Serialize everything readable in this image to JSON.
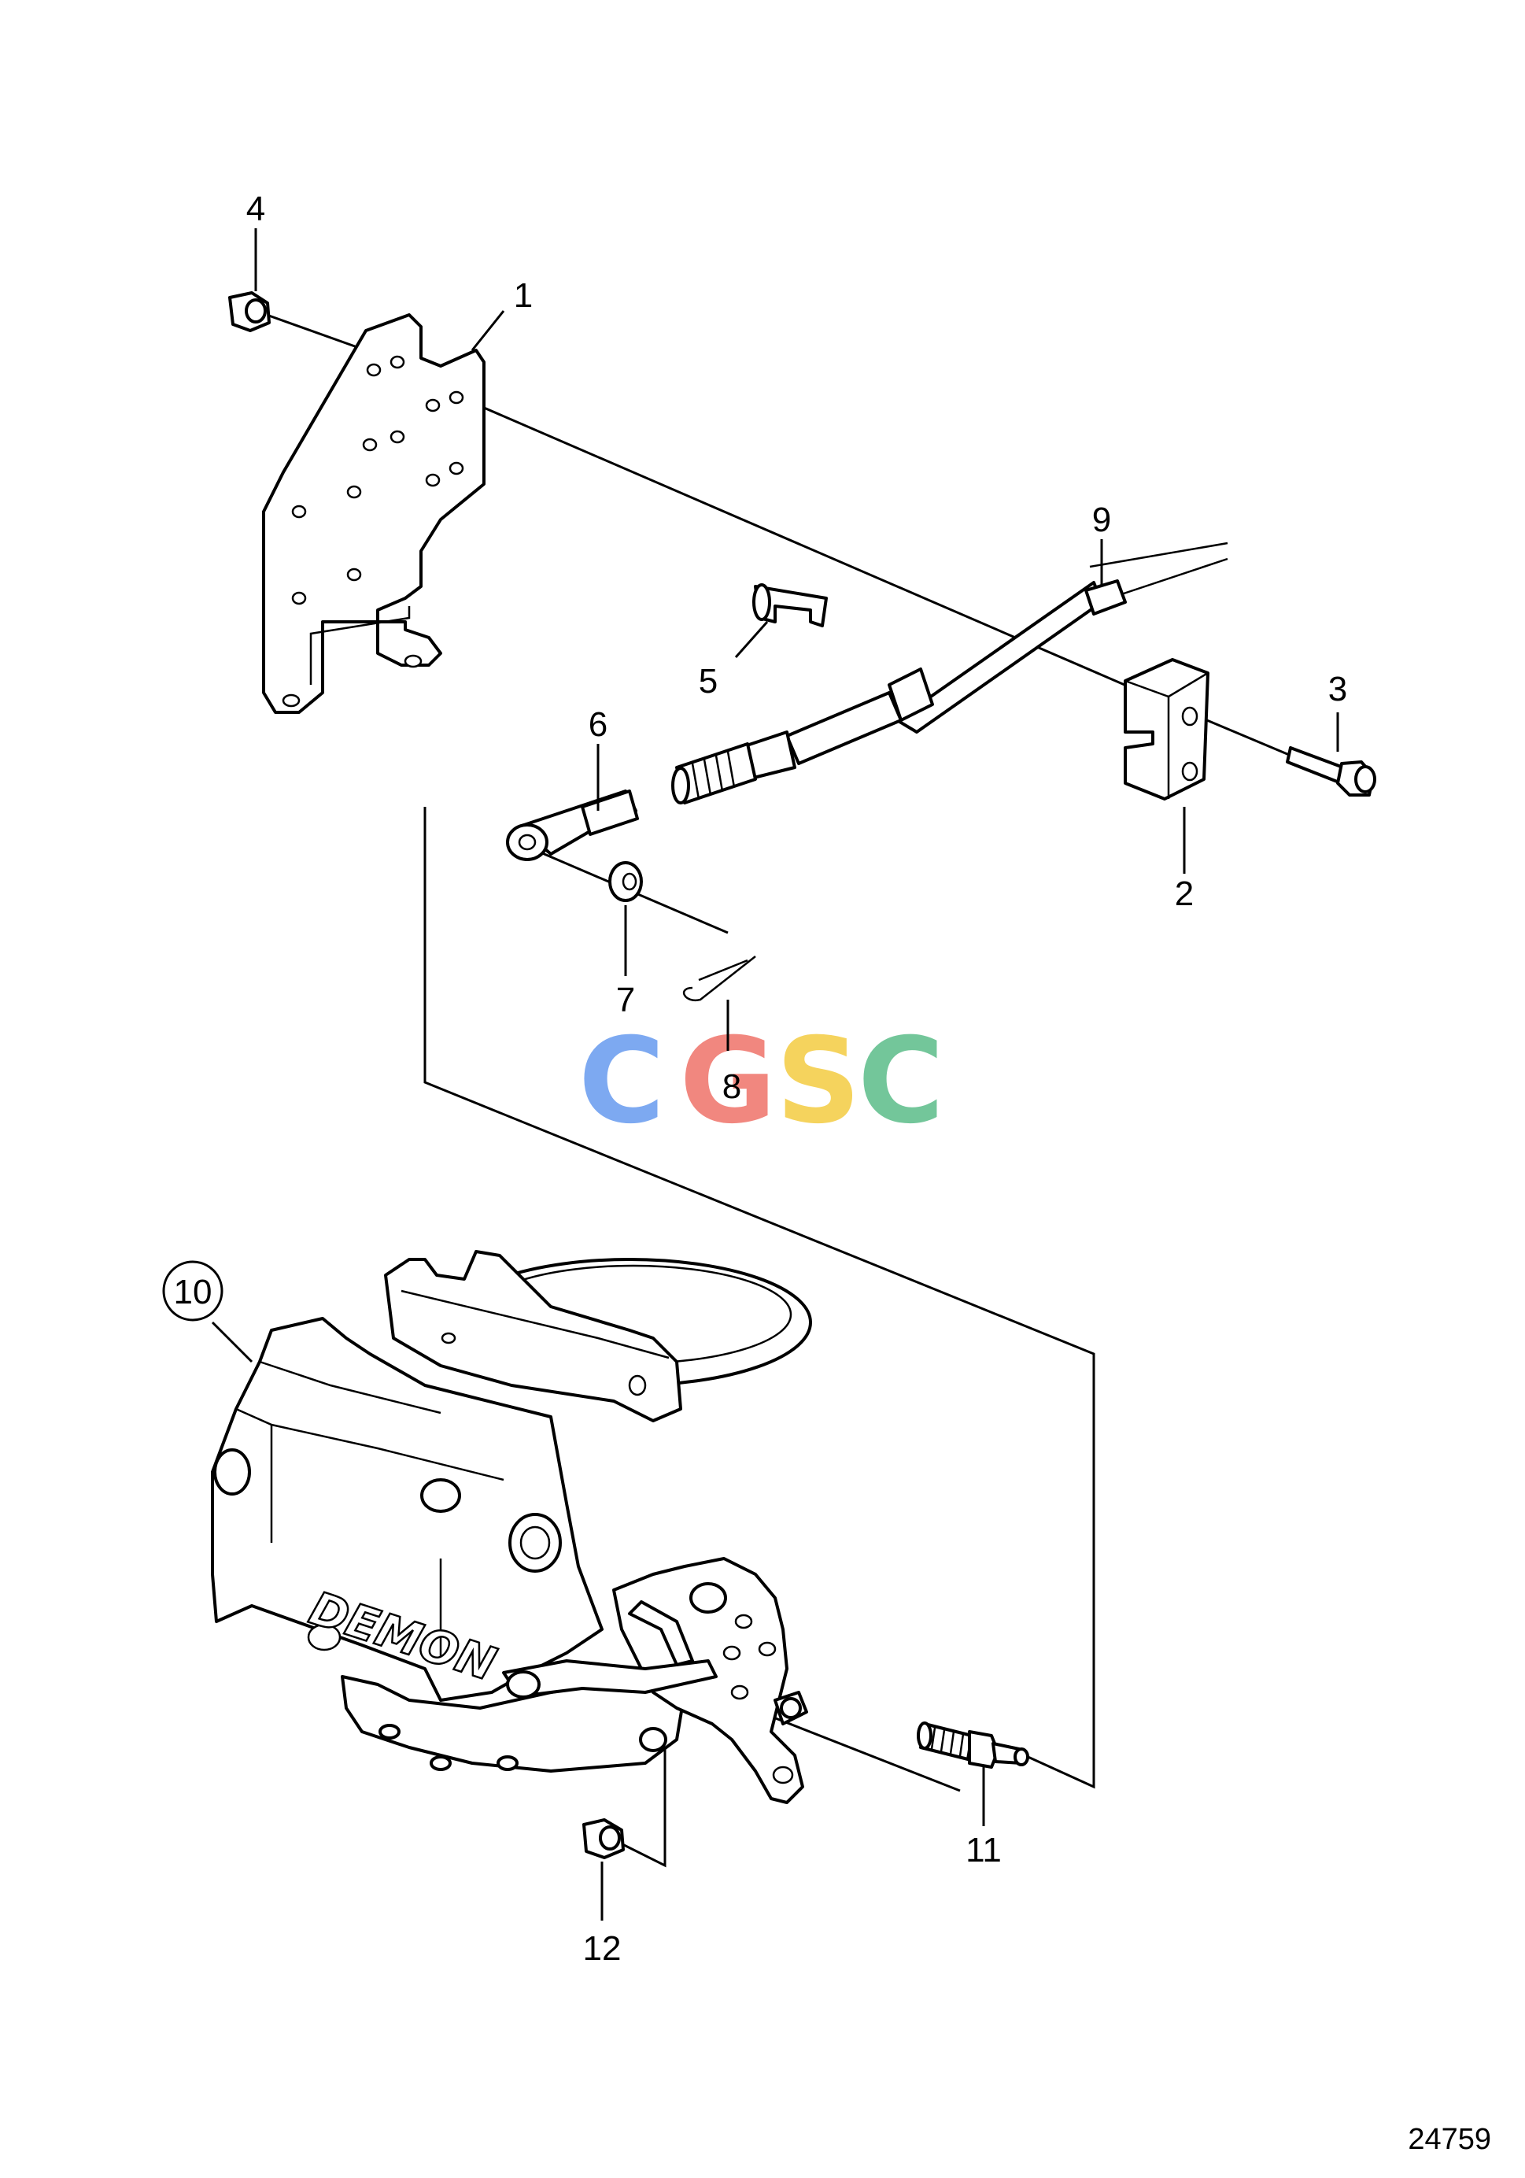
{
  "callouts": {
    "c1": "1",
    "c2": "2",
    "c3": "3",
    "c4": "4",
    "c5": "5",
    "c6": "6",
    "c7": "7",
    "c8": "8",
    "c9": "9",
    "c10": "10",
    "c11": "11",
    "c12": "12"
  },
  "carb_brand": "DEMON",
  "figure_number": "24759",
  "watermark": {
    "letters": [
      "C",
      "G",
      "S",
      "C"
    ],
    "colors": [
      "#6fa0f0",
      "#f07b72",
      "#f4cf4c",
      "#64c090"
    ]
  }
}
